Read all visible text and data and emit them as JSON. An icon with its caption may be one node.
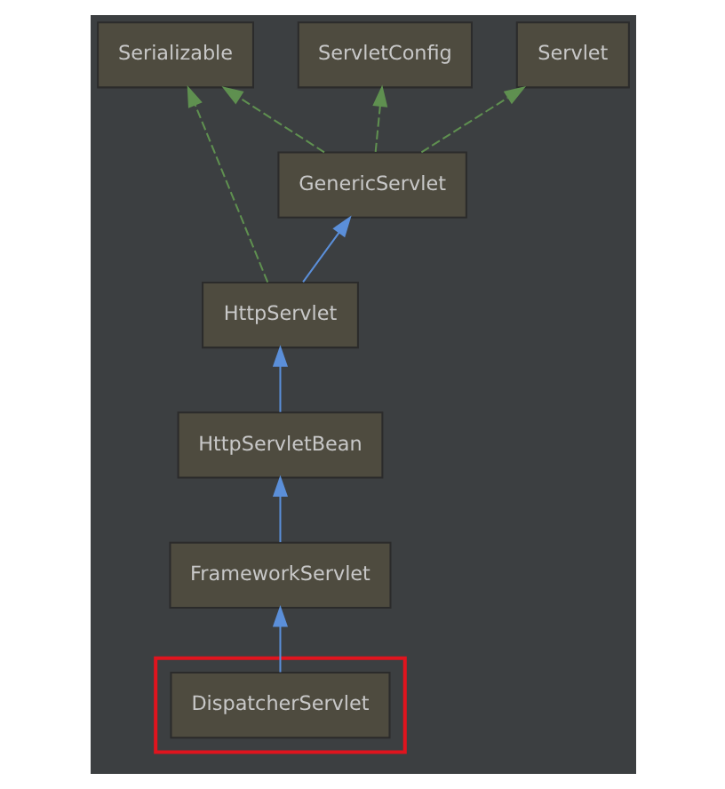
{
  "diagram": {
    "nodes": [
      {
        "text": [
          "ServletConfig"
        ]
      },
      {
        "text": [
          "Servlet"
        ]
      },
      {
        "text": [
          "Serializable"
        ]
      },
      {
        "text": [
          "GenericServlet"
        ]
      },
      {
        "text": [
          "HttpServlet"
        ]
      },
      {
        "text": [
          "HttpServletBean"
        ]
      },
      {
        "text": [
          "FrameworkServlet"
        ]
      },
      {
        "text": [],
        "shape": "box"
      },
      {
        "text": [
          "DispatcherServlet"
        ],
        "in": 7
      }
    ],
    "edges": [
      {
        "from": 3,
        "to": 0,
        "arrow": "to",
        "style": "dashed",
        "color": "#5f9050"
      },
      {
        "from": 3,
        "to": 1,
        "arrow": "to",
        "style": "dashed",
        "color": "#5f9050"
      },
      {
        "from": 3,
        "to": 2,
        "arrow": "to",
        "style": "dashed",
        "color": "#5f9050"
      },
      {
        "from": 4,
        "to": 3,
        "arrow": "to",
        "color": "#5b8fd9"
      },
      {
        "from": 4,
        "to": 2,
        "arrow": "to",
        "style": "dashed",
        "color": "#5f9050"
      },
      {
        "from": 5,
        "to": 4,
        "arrow": "to",
        "color": "#5b8fd9"
      },
      {
        "from": 6,
        "to": 5,
        "arrow": "to",
        "color": "#5b8fd9"
      },
      {
        "from": 8,
        "to": 6,
        "arrow": "to",
        "color": "#5b8fd9"
      }
    ]
  }
}
